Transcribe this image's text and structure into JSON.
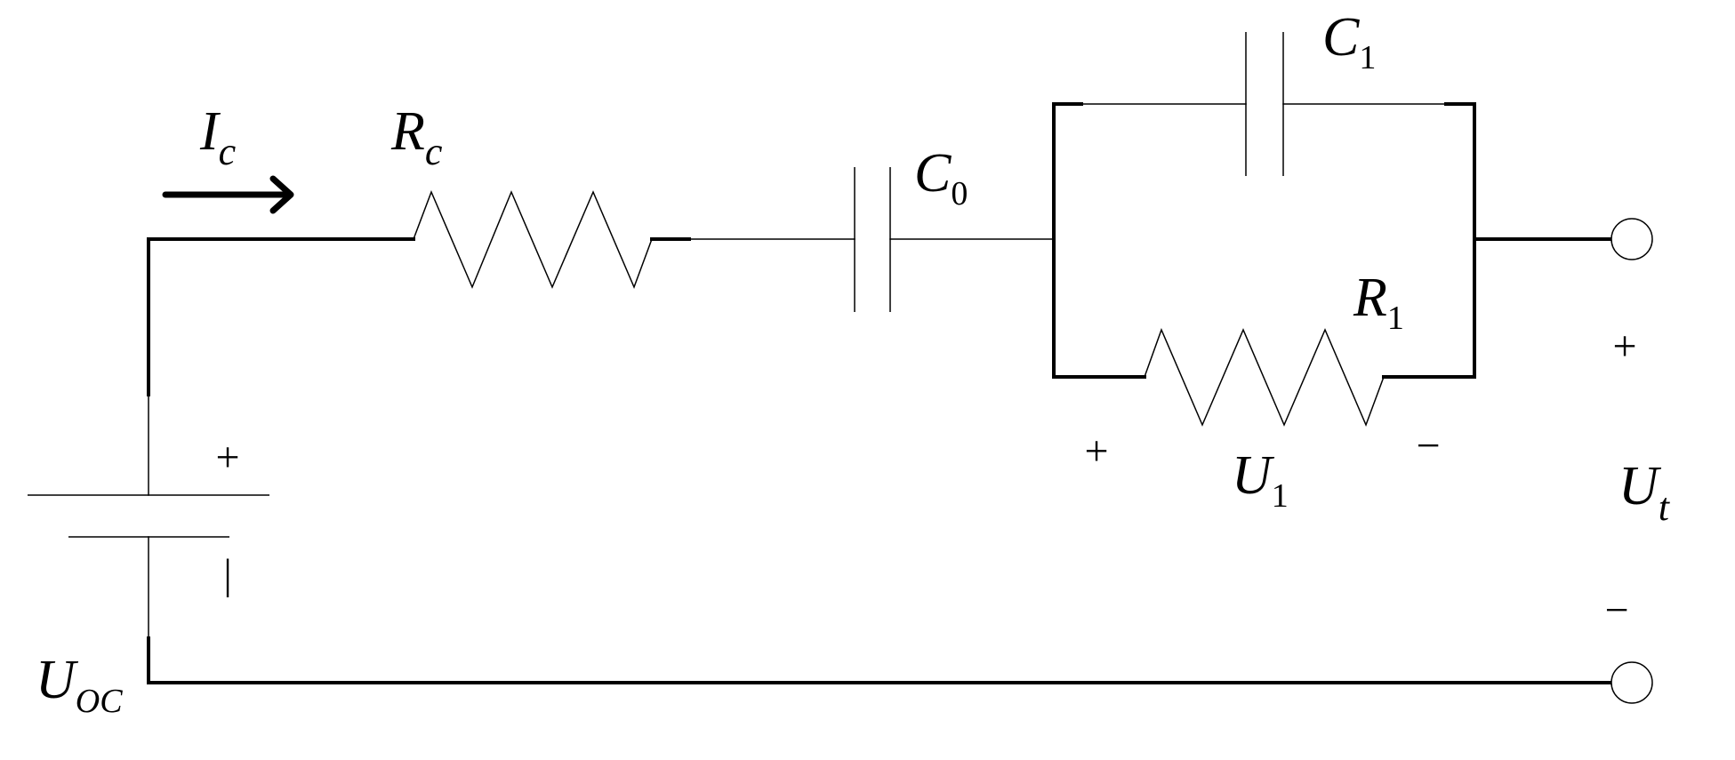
{
  "labels": {
    "ic": {
      "main": "I",
      "sub": "c"
    },
    "rc": {
      "main": "R",
      "sub": "c"
    },
    "c0": {
      "main": "C",
      "sub": "0"
    },
    "c1": {
      "main": "C",
      "sub": "1"
    },
    "r1": {
      "main": "R",
      "sub": "1"
    },
    "u1": {
      "main": "U",
      "sub": "1"
    },
    "ut": {
      "main": "U",
      "sub": "t"
    },
    "uoc": {
      "main": "U",
      "sub": "OC"
    }
  },
  "signs": {
    "battery_plus": "+",
    "battery_minus": "|",
    "u1_plus": "+",
    "u1_minus": "−",
    "ut_plus": "+",
    "ut_minus": "−"
  },
  "colors": {
    "wire": "#000000",
    "background": "#ffffff"
  }
}
